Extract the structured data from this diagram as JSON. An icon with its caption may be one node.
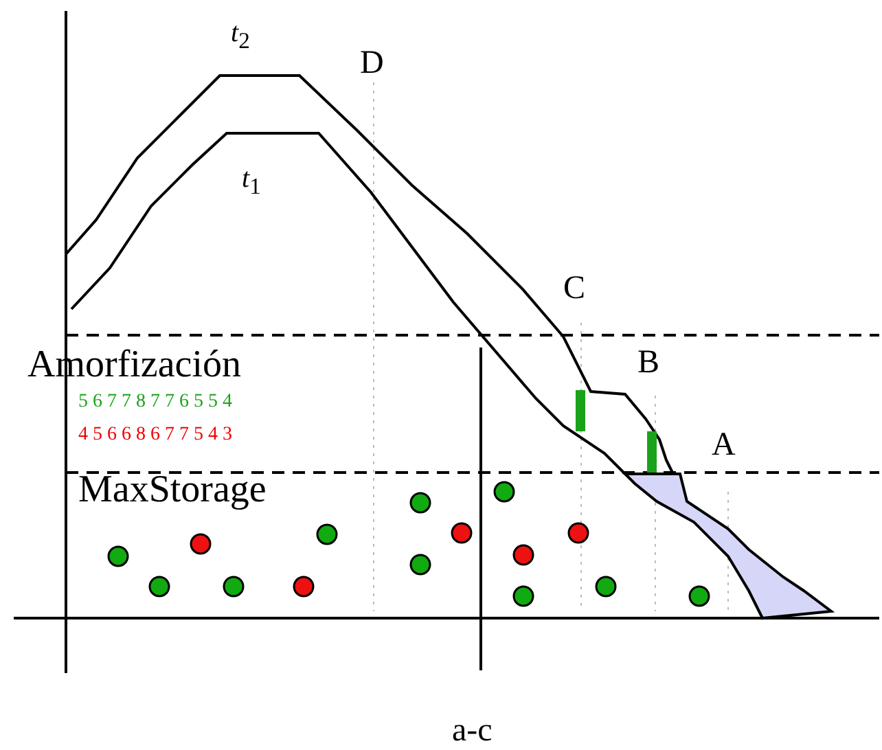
{
  "diagram": {
    "labels": [
      "*t*$_{2}$",
      "D",
      "*t*$_{1}$",
      "C",
      "Amorfización",
      "B",
      "5 6 7 7 8 7 7 6 5 5 4",
      "4 5 6 6 8 6 7 7 5 4 3",
      "A",
      "MaxStorage",
      "a-c"
    ]
  }
}
